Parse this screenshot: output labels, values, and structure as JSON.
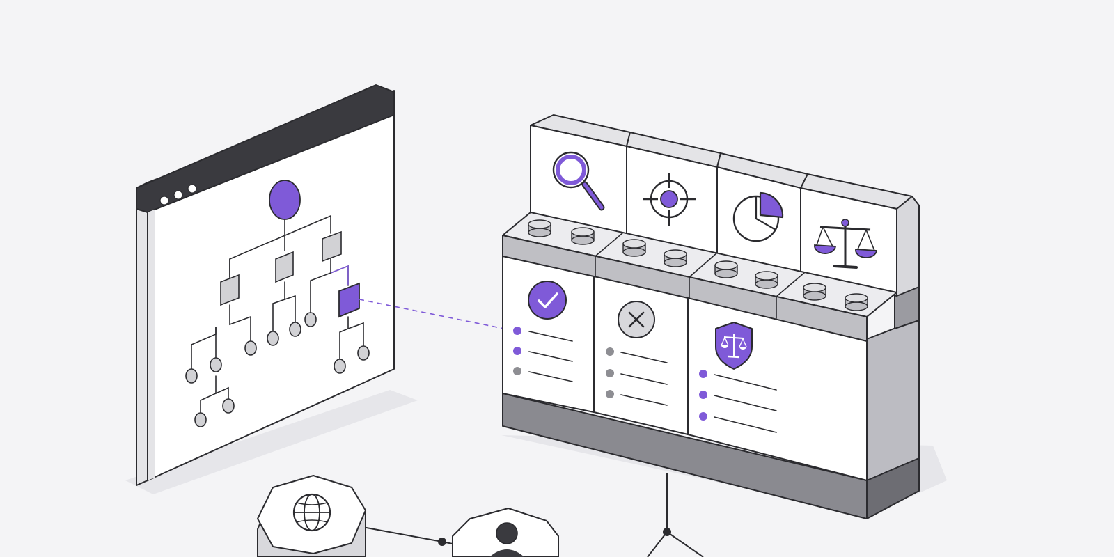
{
  "colors": {
    "background": "#f4f4f6",
    "accent": "#7f5ad8",
    "accent_dark": "#3b2a6e",
    "outline": "#2b2b2f",
    "window_bar": "#3a3a3f",
    "panel_light": "#ffffff",
    "panel_side": "#e4e4e7",
    "node_gray": "#d2d2d5",
    "slab_dark": "#8a8a90",
    "slab_darker": "#6d6d73"
  },
  "icons": {
    "window_dots": [
      "dot-icon",
      "dot-icon",
      "dot-icon"
    ],
    "top_tiles": [
      "magnifier-icon",
      "target-icon",
      "pie-chart-icon",
      "balance-scale-icon"
    ],
    "cards": [
      "check-circle-icon",
      "x-circle-icon",
      "shield-scale-icon"
    ],
    "nodes": [
      "globe-icon",
      "user-icon"
    ]
  },
  "cards": [
    {
      "status": "approved",
      "bullets": [
        "accent",
        "accent",
        "gray"
      ]
    },
    {
      "status": "rejected",
      "bullets": [
        "gray",
        "gray",
        "gray"
      ]
    },
    {
      "status": "protected",
      "bullets": [
        "accent",
        "accent",
        "accent"
      ]
    }
  ]
}
